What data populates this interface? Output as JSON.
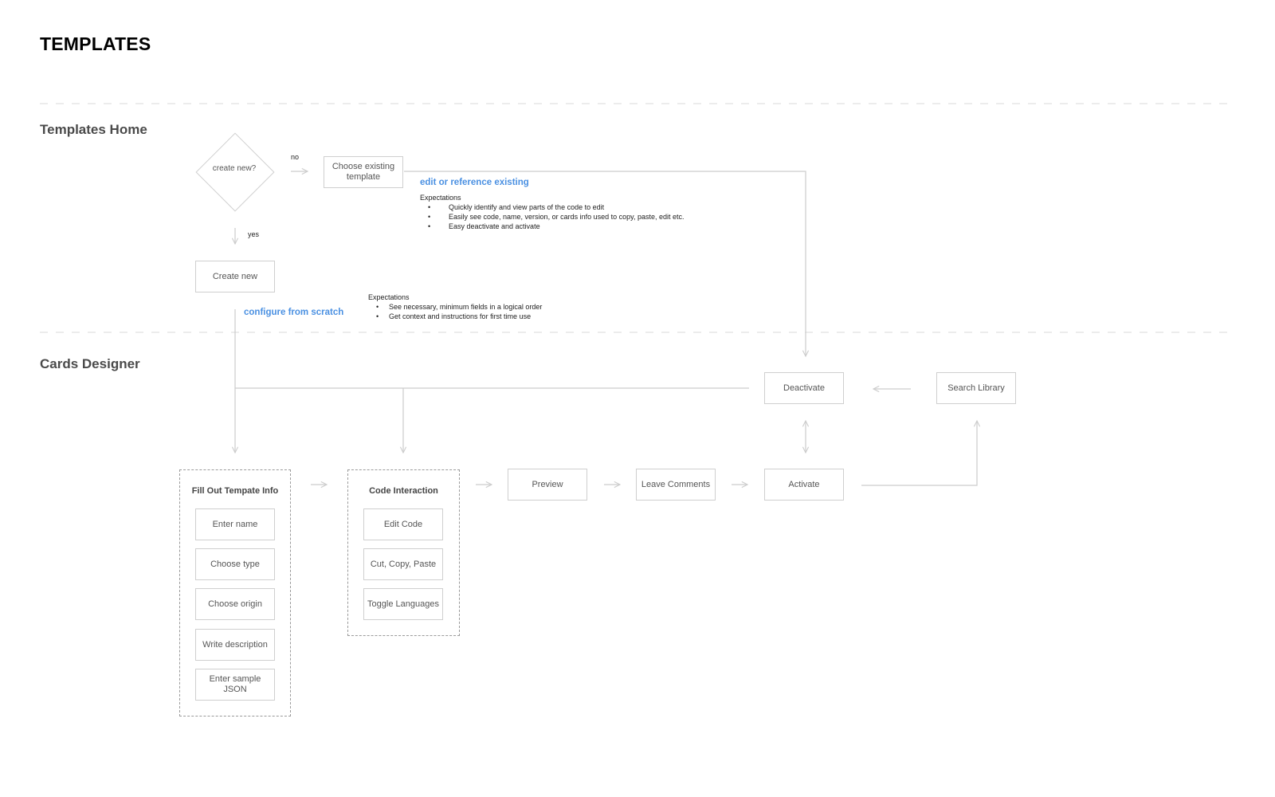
{
  "page": {
    "title": "TEMPLATES"
  },
  "lanes": {
    "home": "Templates Home",
    "designer": "Cards Designer"
  },
  "decision": {
    "question": "create new?",
    "no_label": "no",
    "yes_label": "yes"
  },
  "home_nodes": {
    "choose_existing": "Choose existing template",
    "create_new": "Create new"
  },
  "paths": {
    "edit_existing": {
      "label": "edit or reference existing",
      "expectations_title": "Expectations",
      "expectations": [
        "Quickly identify and view parts of the code to edit",
        "Easily see code, name, version, or cards info used to copy, paste, edit etc.",
        "Easy deactivate and activate"
      ]
    },
    "from_scratch": {
      "label": "configure from scratch",
      "expectations_title": "Expectations",
      "expectations": [
        "See necessary, minimum fields in a logical order",
        "Get context and instructions for first time use"
      ]
    }
  },
  "designer_nodes": {
    "fill_out": {
      "title": "Fill Out Tempate Info",
      "items": [
        "Enter name",
        "Choose type",
        "Choose origin",
        "Write description",
        "Enter sample JSON"
      ]
    },
    "code_interaction": {
      "title": "Code Interaction",
      "items": [
        "Edit Code",
        "Cut, Copy, Paste",
        "Toggle Languages"
      ]
    },
    "preview": "Preview",
    "leave_comments": "Leave Comments",
    "activate": "Activate",
    "deactivate": "Deactivate",
    "search_library": "Search Library"
  },
  "colors": {
    "link": "#4a90e2",
    "line": "#cccccc",
    "box_border": "#cfcfcf",
    "group_border": "#9a9a9a",
    "divider": "#d8d8d8"
  }
}
